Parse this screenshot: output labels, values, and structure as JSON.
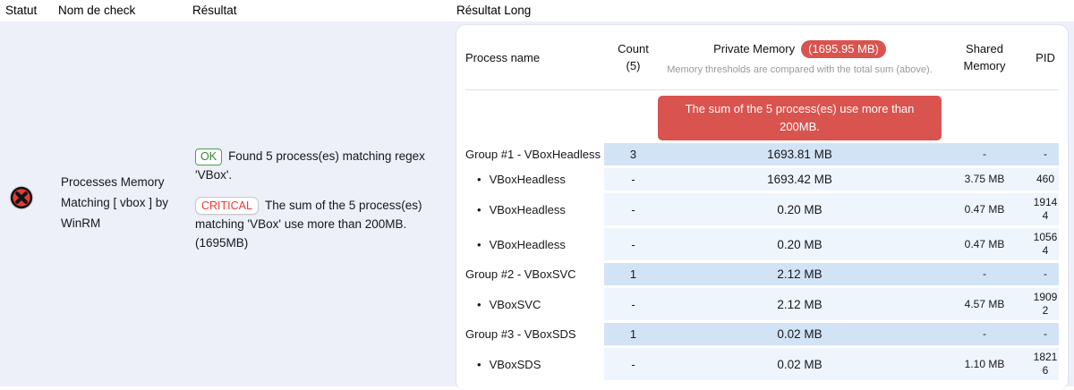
{
  "header": {
    "columns": {
      "statut": "Statut",
      "nom_de_check": "Nom de check",
      "resultat": "Résultat",
      "resultat_long": "Résultat Long"
    }
  },
  "check": {
    "status": "critical",
    "status_icon": "critical-x-icon",
    "name": "Processes Memory Matching [ vbox ] by WinRM",
    "result": {
      "ok_badge": "OK",
      "ok_message": "Found 5 process(es) matching regex 'VBox'.",
      "critical_badge": "CRITICAL",
      "critical_message": "The sum of the 5 process(es) matching 'VBox' use more than 200MB. (1695MB)"
    }
  },
  "result_long": {
    "table_header": {
      "process_name": "Process name",
      "count": "Count\n(5)",
      "private_memory": "Private Memory",
      "private_memory_total": "(1695.95 MB)",
      "note": "Memory thresholds are compared with the total sum (above).",
      "shared_memory": "Shared\nMemory",
      "pid": "PID"
    },
    "alert_banner": "The sum of the 5 process(es) use more than 200MB.",
    "rows": [
      {
        "type": "group",
        "name": "Group #1 - VBoxHeadless",
        "count": "3",
        "private": "1693.81 MB",
        "shared": "-",
        "pid": "-"
      },
      {
        "type": "child",
        "bullet": "•",
        "name": "VBoxHeadless",
        "count": "-",
        "private": "1693.42 MB",
        "shared": "3.75 MB",
        "pid": "460"
      },
      {
        "type": "child",
        "bullet": "•",
        "name": "VBoxHeadless",
        "count": "-",
        "private": "0.20 MB",
        "shared": "0.47 MB",
        "pid": "19144"
      },
      {
        "type": "child",
        "bullet": "•",
        "name": "VBoxHeadless",
        "count": "-",
        "private": "0.20 MB",
        "shared": "0.47 MB",
        "pid": "10564"
      },
      {
        "type": "group",
        "name": "Group #2 - VBoxSVC",
        "count": "1",
        "private": "2.12 MB",
        "shared": "-",
        "pid": "-"
      },
      {
        "type": "child",
        "bullet": "•",
        "name": "VBoxSVC",
        "count": "-",
        "private": "2.12 MB",
        "shared": "4.57 MB",
        "pid": "19092"
      },
      {
        "type": "group",
        "name": "Group #3 - VBoxSDS",
        "count": "1",
        "private": "0.02 MB",
        "shared": "-",
        "pid": "-"
      },
      {
        "type": "child",
        "bullet": "•",
        "name": "VBoxSDS",
        "count": "-",
        "private": "0.02 MB",
        "shared": "1.10 MB",
        "pid": "18216"
      }
    ]
  },
  "colors": {
    "page_background": "#edeff9",
    "card_background": "#ffffff",
    "alert_red": "#d9534f",
    "ok_green": "#2f8a33",
    "critical_red": "#f2372e",
    "group_row_blue": "#d3e3f6",
    "child_row_blue": "#eef5fc",
    "status_icon_red": "#e23d33"
  }
}
